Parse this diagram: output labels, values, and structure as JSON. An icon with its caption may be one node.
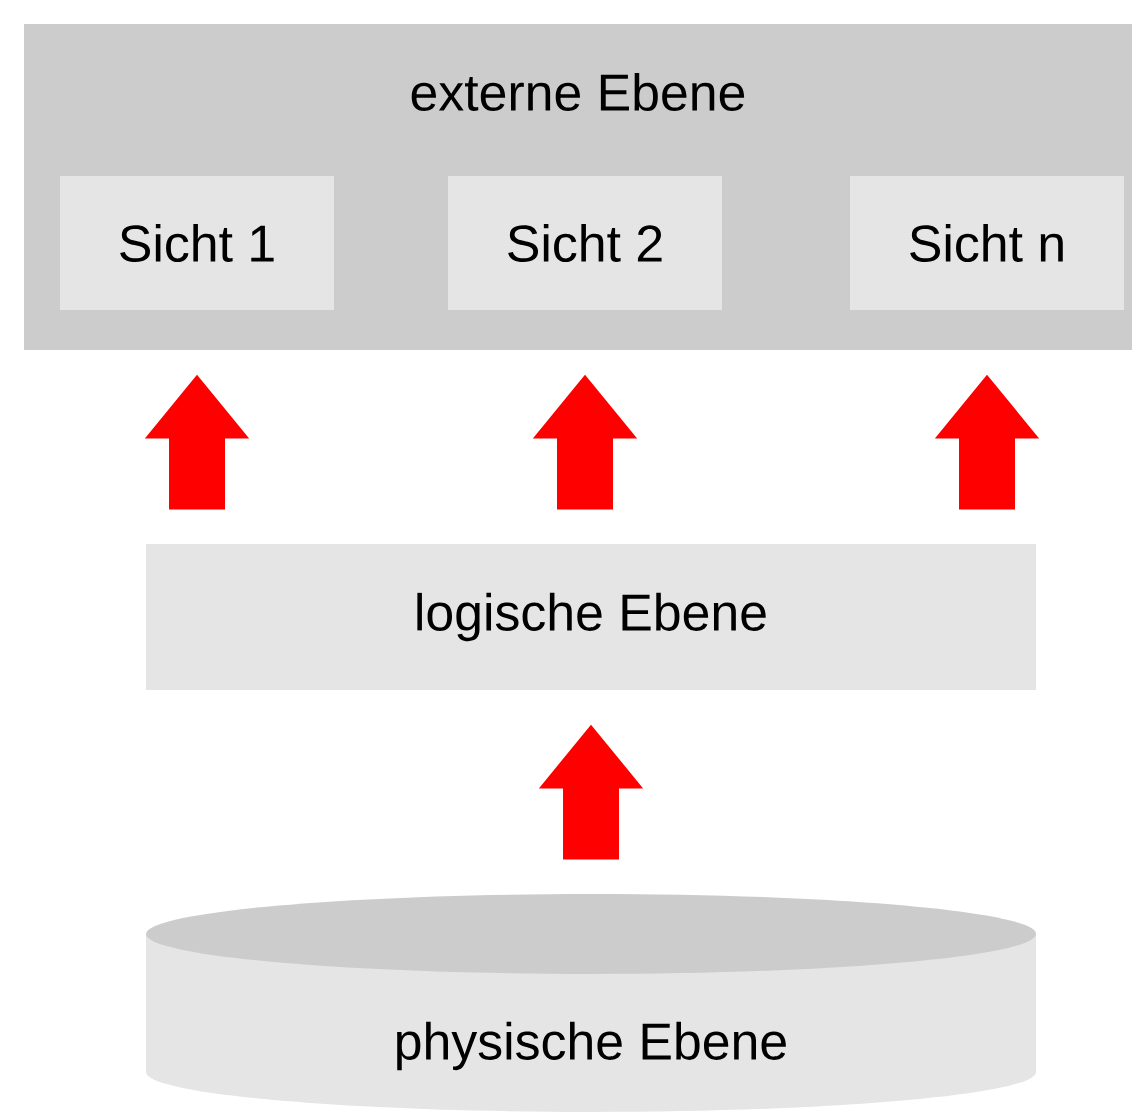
{
  "diagram": {
    "nodes": [
      {
        "text": [
          "externe Ebene"
        ]
      },
      {
        "text": [
          "Sicht 1"
        ],
        "in": 0
      },
      {
        "text": [
          "Sicht 2"
        ],
        "in": 0
      },
      {
        "text": [
          "Sicht n"
        ],
        "in": 0
      },
      {
        "text": [
          "logische Ebene"
        ]
      },
      {
        "text": [
          "physische Ebene"
        ]
      }
    ],
    "edges": [
      {
        "from": 4,
        "to": 1,
        "arrow": "to"
      },
      {
        "from": 4,
        "to": 2,
        "arrow": "to"
      },
      {
        "from": 4,
        "to": 3,
        "arrow": "to"
      },
      {
        "from": 5,
        "to": 4,
        "arrow": "to"
      }
    ]
  }
}
